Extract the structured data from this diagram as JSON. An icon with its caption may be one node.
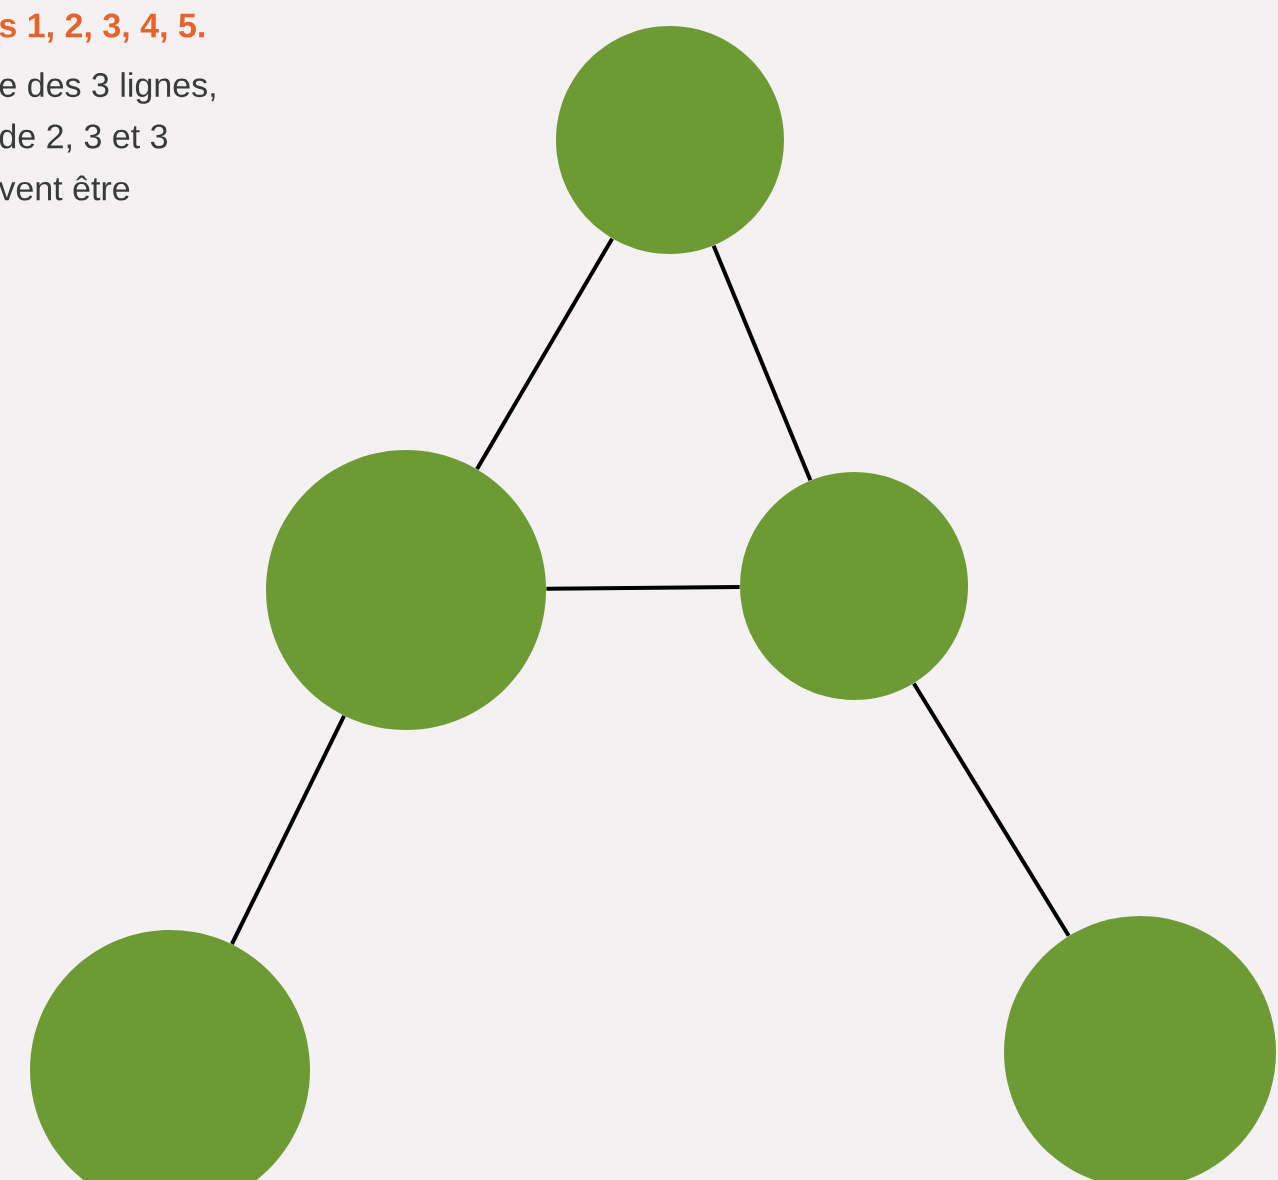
{
  "diagram": {
    "nodes": [
      {
        "text": [],
        "shape": "circle"
      },
      {
        "text": [],
        "shape": "circle"
      },
      {
        "text": [],
        "shape": "circle"
      },
      {
        "text": [],
        "shape": "circle"
      },
      {
        "text": [],
        "shape": "circle"
      }
    ],
    "edges": [
      {
        "from": 0,
        "to": 1,
        "arrow": "none"
      },
      {
        "from": 0,
        "to": 2,
        "arrow": "none"
      },
      {
        "from": 1,
        "to": 2,
        "arrow": "none"
      },
      {
        "from": 1,
        "to": 3,
        "arrow": "none"
      },
      {
        "from": 2,
        "to": 4,
        "arrow": "none"
      }
    ],
    "labels": [
      "s 1, 2, 3, 4, 5.",
      "e des 3 lignes,",
      "de 2, 3 et 3",
      "vent être"
    ]
  }
}
